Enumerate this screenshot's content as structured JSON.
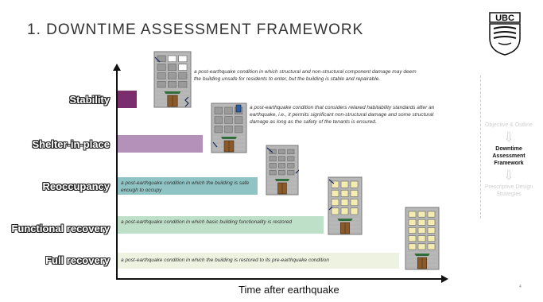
{
  "slide": {
    "title": "1. DOWNTIME ASSESSMENT FRAMEWORK",
    "logo_text": "UBC",
    "page_number": "4"
  },
  "axis": {
    "x_label": "Time after earthquake"
  },
  "stages": [
    {
      "label": "Stability",
      "bar_color": "#7a2e6e",
      "definition": "a post-earthquake condition in which structural and non-structural component damage may deem the building unsafe for residents to enter, but the building is stable and repairable."
    },
    {
      "label": "Shelter-in-place",
      "bar_color": "#b391b8",
      "definition": "a post-earthquake condition that considers relaxed habitability standards after an earthquake, i.e., it permits significant non-structural damage and some structural damage as long as the safety of the tenants is ensured."
    },
    {
      "label": "Reoccupancy",
      "bar_color": "#8fc3c4",
      "definition": "a post-earthquake condition in which the building is safe enough to occupy"
    },
    {
      "label": "Functional recovery",
      "bar_color": "#bfe0c8",
      "definition": "a post-earthquake condition in which basic building functionality is restored"
    },
    {
      "label": "Full recovery",
      "bar_color": "#edf3e0",
      "definition": "a post-earthquake condition in which the building is restored to its pre-earthquake condition"
    }
  ],
  "sidebar": {
    "items": [
      {
        "label": "Objective & Outline",
        "state": "faded"
      },
      {
        "label": "Downtime Assessment Framework",
        "state": "active"
      },
      {
        "label": "Prescriptive Design Strategies",
        "state": "faded"
      }
    ]
  },
  "colors": {
    "building_facade": "#b8b8b8",
    "window_damaged": "#ffffff",
    "window_lit": "#f4ecb0",
    "door": "#8a5a2a",
    "awning": "#2f6e3a"
  }
}
